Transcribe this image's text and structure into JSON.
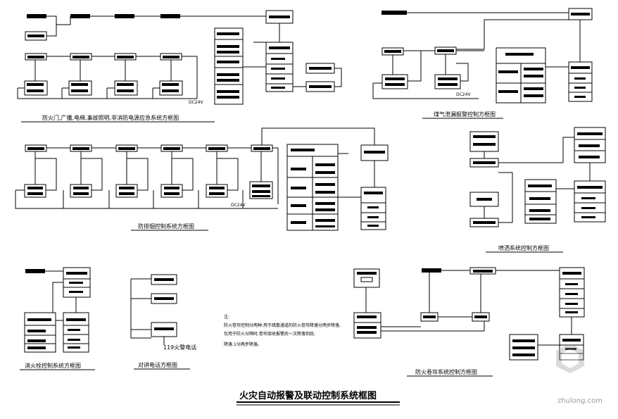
{
  "main_title": "火灾自动报警及联动控制系统框图",
  "sections": {
    "fire_door": {
      "title": "防火门,广播,电梯,事故照明,非消防电源应急系统方框图",
      "power_label": "DC24V"
    },
    "gas": {
      "title": "煤气泄漏报警控制方框图",
      "power_label": "DC24V"
    },
    "smoke": {
      "title": "防排烟控制系统方框图",
      "power_label": "DC24V"
    },
    "sprinkler": {
      "title": "喷洒系统控制方框图"
    },
    "hydrant": {
      "title": "消火栓控制系统方框图"
    },
    "phone": {
      "title": "对讲电话方框图",
      "phone_119": "119火警电话"
    },
    "shutter": {
      "title": "防火卷帘系统控制方框图"
    }
  },
  "notes": {
    "heading": "注:",
    "line1": "防火卷帘控制分两种:用于疏散通道的防火卷帘降落分两步降落,",
    "line2": "仅用于防火分隔时,卷帘接收报警后一次降落到底;",
    "line3": "降落:1分两步降落。"
  },
  "watermark": "zhulong.com"
}
